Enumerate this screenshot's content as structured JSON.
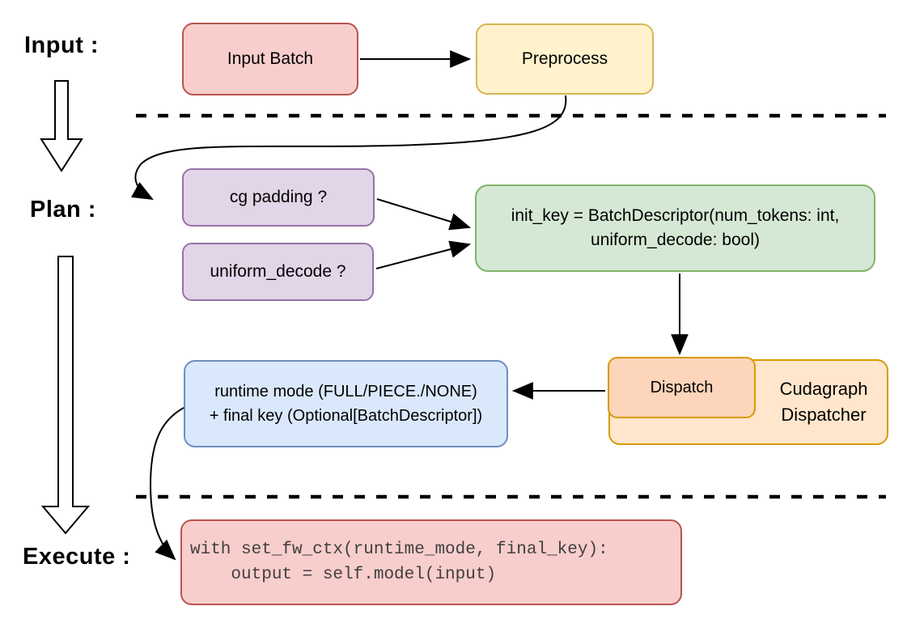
{
  "stage_labels": {
    "input": "Input :",
    "plan": "Plan :",
    "execute": "Execute :"
  },
  "nodes": {
    "input_batch": {
      "label": "Input Batch"
    },
    "preprocess": {
      "label": "Preprocess"
    },
    "cg_padding": {
      "label": "cg padding ?"
    },
    "uniform_decode": {
      "label": "uniform_decode ?"
    },
    "init_key": {
      "line1": "init_key = BatchDescriptor(num_tokens: int,",
      "line2": "uniform_decode: bool)"
    },
    "dispatch": {
      "label": "Dispatch"
    },
    "cudagraph_dispatcher": {
      "line1": "Cudagraph",
      "line2": "Dispatcher"
    },
    "runtime_mode": {
      "line1": "runtime mode (FULL/PIECE./NONE)",
      "line2": "+ final key (Optional[BatchDescriptor])"
    },
    "execute_code": {
      "line1": "with set_fw_ctx(runtime_mode, final_key):",
      "line2": "    output = self.model(input)"
    }
  },
  "colors": {
    "pink_fill": "#f8cecc",
    "pink_stroke": "#b85450",
    "yellow_fill": "#fff2cc",
    "yellow_stroke": "#d6b656",
    "purple_fill": "#e1d5e7",
    "purple_stroke": "#9673a6",
    "green_fill": "#d5e8d4",
    "green_stroke": "#82b366",
    "blue_fill": "#dae8fc",
    "blue_stroke": "#6c8ebf",
    "orange_outer_fill": "#ffe6cc",
    "orange_inner_fill": "#fcd5ba",
    "orange_stroke": "#d79b00",
    "connector": "#000000",
    "code_text": "#404040"
  }
}
